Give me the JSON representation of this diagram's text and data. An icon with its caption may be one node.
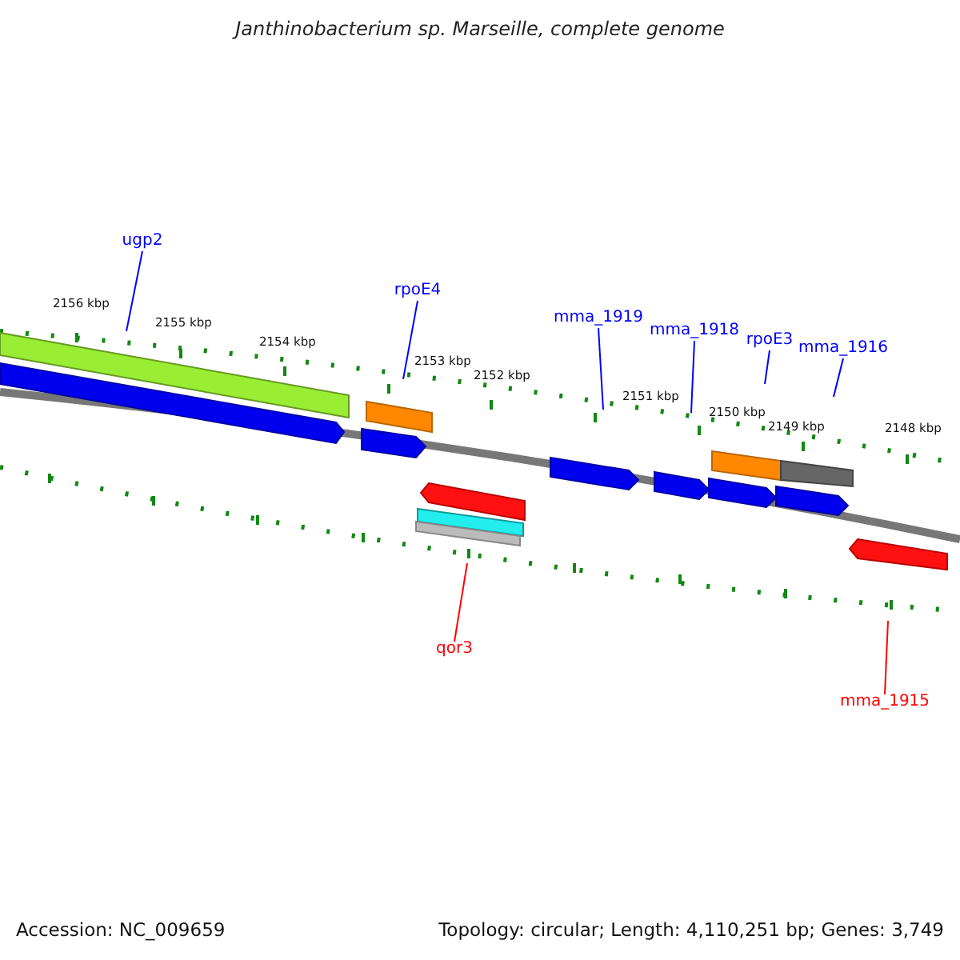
{
  "diagram": {
    "title": "Janthinobacterium sp. Marseille, complete genome",
    "nodes": [
      {
        "text": [
          "ugp2"
        ]
      },
      {
        "text": [
          "rpoE4"
        ]
      },
      {
        "text": [
          "mma_1919"
        ]
      },
      {
        "text": [
          "mma_1918"
        ]
      },
      {
        "text": [
          "rpoE3"
        ]
      },
      {
        "text": [
          "mma_1916"
        ]
      },
      {
        "text": [
          "qor3"
        ]
      },
      {
        "text": [
          "mma_1915"
        ]
      }
    ],
    "edges": [
      {
        "from": 0,
        "to": null,
        "arrow": "none"
      },
      {
        "from": 1,
        "to": null,
        "arrow": "none"
      },
      {
        "from": 2,
        "to": null,
        "arrow": "none"
      },
      {
        "from": 3,
        "to": null,
        "arrow": "none"
      },
      {
        "from": 4,
        "to": null,
        "arrow": "none"
      },
      {
        "from": 5,
        "to": null,
        "arrow": "none"
      },
      {
        "from": 6,
        "to": null,
        "arrow": "none",
        "color": "#ff0000"
      },
      {
        "from": 7,
        "to": null,
        "arrow": "none",
        "color": "#ff0000"
      }
    ],
    "labels": [
      "2156 kbp",
      "2155 kbp",
      "2154 kbp",
      "2153 kbp",
      "2152 kbp",
      "2151 kbp",
      "2150 kbp",
      "2149 kbp",
      "2148 kbp",
      "Accession: NC_009659",
      "Topology: circular; Length: 4,110,251 bp; Genes: 3,749"
    ]
  }
}
